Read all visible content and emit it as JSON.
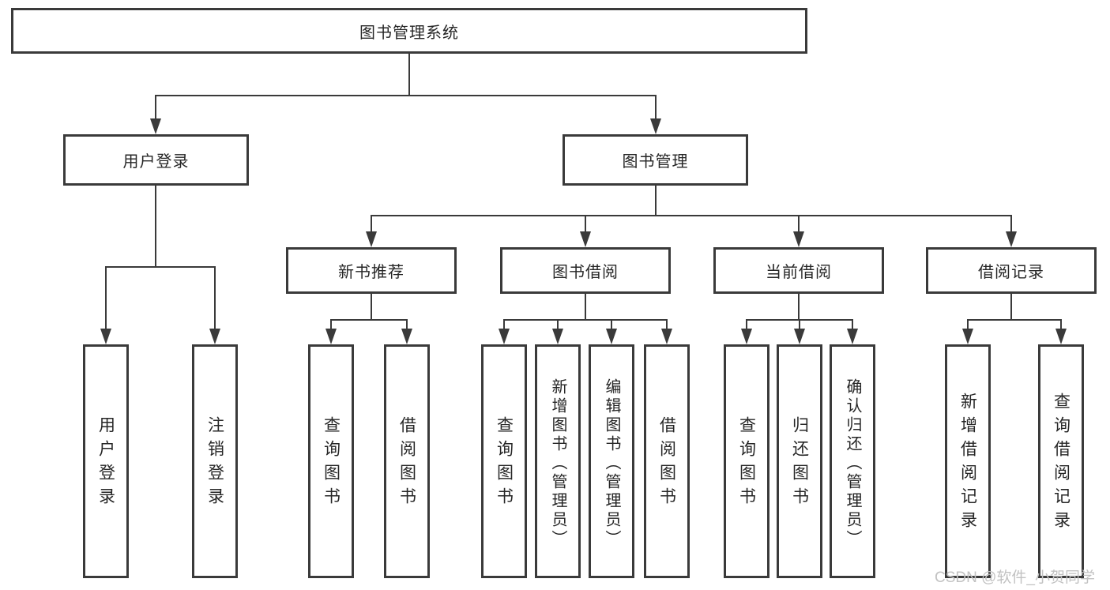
{
  "colors": {
    "line": "#3a3a3a",
    "background": "#ffffff",
    "box_fill": "#ffffff",
    "text": "#262626",
    "watermark": "#c2c2c2"
  },
  "watermark": {
    "text": "CSDN @软件_小贺同学"
  },
  "tree": {
    "root": "图书管理系统",
    "level2": [
      {
        "label": "用户登录",
        "children": [
          "用户登录",
          "注销登录"
        ]
      },
      {
        "label": "图书管理",
        "groups": [
          {
            "label": "新书推荐",
            "children": [
              "查询图书",
              "借阅图书"
            ]
          },
          {
            "label": "图书借阅",
            "children": [
              "查询图书",
              "新增图书（管理员）",
              "编辑图书（管理员）",
              "借阅图书"
            ]
          },
          {
            "label": "当前借阅",
            "children": [
              "查询图书",
              "归还图书",
              "确认归还（管理员）"
            ]
          },
          {
            "label": "借阅记录",
            "children": [
              "新增借阅记录",
              "查询借阅记录"
            ]
          }
        ]
      }
    ]
  }
}
